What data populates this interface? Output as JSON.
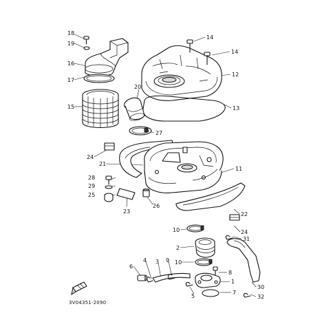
{
  "callouts": [
    {
      "id": "18",
      "text": "18"
    },
    {
      "id": "19",
      "text": "19"
    },
    {
      "id": "16",
      "text": "16"
    },
    {
      "id": "17",
      "text": "17"
    },
    {
      "id": "15",
      "text": "15"
    },
    {
      "id": "14a",
      "text": "14"
    },
    {
      "id": "14b",
      "text": "14"
    },
    {
      "id": "12",
      "text": "12"
    },
    {
      "id": "13",
      "text": "13"
    },
    {
      "id": "20",
      "text": "20"
    },
    {
      "id": "27",
      "text": "27"
    },
    {
      "id": "24a",
      "text": "24"
    },
    {
      "id": "21",
      "text": "21"
    },
    {
      "id": "11",
      "text": "11"
    },
    {
      "id": "28",
      "text": "28"
    },
    {
      "id": "29",
      "text": "29"
    },
    {
      "id": "25",
      "text": "25"
    },
    {
      "id": "23",
      "text": "23"
    },
    {
      "id": "26",
      "text": "26"
    },
    {
      "id": "22",
      "text": "22"
    },
    {
      "id": "24b",
      "text": "24"
    },
    {
      "id": "10a",
      "text": "10"
    },
    {
      "id": "31",
      "text": "31"
    },
    {
      "id": "2",
      "text": "2"
    },
    {
      "id": "6",
      "text": "6"
    },
    {
      "id": "4",
      "text": "4"
    },
    {
      "id": "3",
      "text": "3"
    },
    {
      "id": "9",
      "text": "9"
    },
    {
      "id": "10b",
      "text": "10"
    },
    {
      "id": "8",
      "text": "8"
    },
    {
      "id": "1",
      "text": "1"
    },
    {
      "id": "30",
      "text": "30"
    },
    {
      "id": "5",
      "text": "5"
    },
    {
      "id": "7",
      "text": "7"
    },
    {
      "id": "32",
      "text": "32"
    }
  ],
  "diagram_code": "3V04351-2090",
  "icons": {
    "front_arrow": "front-direction-arrow-icon"
  }
}
